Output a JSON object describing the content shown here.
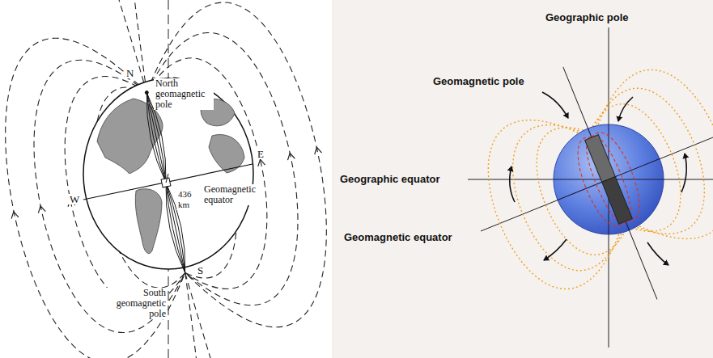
{
  "diagram": {
    "labels": [
      "N",
      "North geomagnetic pole",
      "W",
      "E",
      "Geomagnetic equator",
      "436 km",
      "South geomagnetic pole",
      "S",
      "Geographic pole",
      "Geomagnetic pole",
      "Geographic equator",
      "Geomagnetic equator"
    ]
  }
}
